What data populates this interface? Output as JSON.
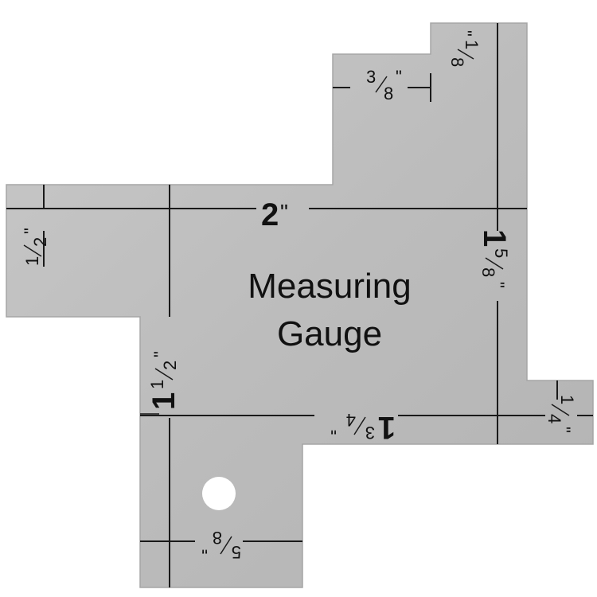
{
  "title": {
    "line1": "Measuring",
    "line2": "Gauge"
  },
  "labels": {
    "two": {
      "whole": "2",
      "unit": "\""
    },
    "one_eighth": {
      "num": "1",
      "den": "8",
      "unit": "\""
    },
    "three_eighths": {
      "num": "3",
      "den": "8",
      "unit": "\""
    },
    "one_half": {
      "num": "1",
      "den": "2",
      "unit": "\""
    },
    "one_and_half": {
      "whole": "1",
      "num": "1",
      "den": "2",
      "unit": "\""
    },
    "one_five_eighths": {
      "whole": "1",
      "num": "5",
      "den": "8",
      "unit": "\""
    },
    "one_three_quarters": {
      "whole": "1",
      "num": "3",
      "den": "4",
      "unit": "\""
    },
    "one_quarter": {
      "num": "1",
      "den": "4",
      "unit": "\""
    },
    "five_eighths": {
      "num": "5",
      "den": "8",
      "unit": "\""
    }
  },
  "colors": {
    "metal": "#bdbdbd",
    "metal_edge": "#a8a8a8",
    "ink": "#111111",
    "background": "#ffffff"
  }
}
